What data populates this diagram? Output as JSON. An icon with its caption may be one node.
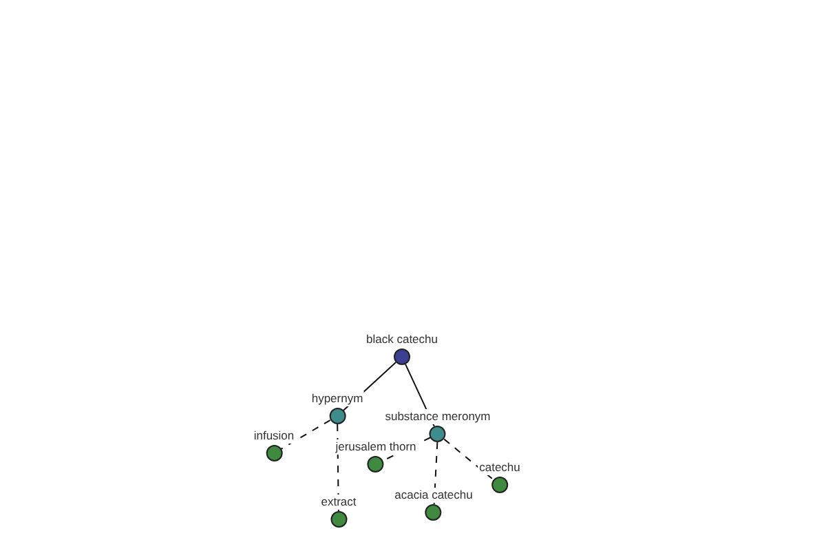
{
  "diagram": {
    "nodes": [
      {
        "text": [
          "black catechu"
        ]
      },
      {
        "text": [
          "hypernym"
        ]
      },
      {
        "text": [
          "substance meronym"
        ]
      },
      {
        "text": [
          "infusion"
        ]
      },
      {
        "text": [
          "extract"
        ]
      },
      {
        "text": [
          "jerusalem thorn"
        ]
      },
      {
        "text": [
          "acacia catechu"
        ]
      },
      {
        "text": [
          "catechu"
        ]
      }
    ],
    "edges": [
      {
        "from": 0,
        "to": 1,
        "arrow": "none"
      },
      {
        "from": 0,
        "to": 2,
        "arrow": "none"
      },
      {
        "from": 1,
        "to": 3,
        "arrow": "none",
        "style": "dashed"
      },
      {
        "from": 1,
        "to": 4,
        "arrow": "none",
        "style": "dashed"
      },
      {
        "from": 2,
        "to": 5,
        "arrow": "none",
        "style": "dashed"
      },
      {
        "from": 2,
        "to": 6,
        "arrow": "none",
        "style": "dashed"
      },
      {
        "from": 2,
        "to": 7,
        "arrow": "none",
        "style": "dashed"
      }
    ]
  }
}
